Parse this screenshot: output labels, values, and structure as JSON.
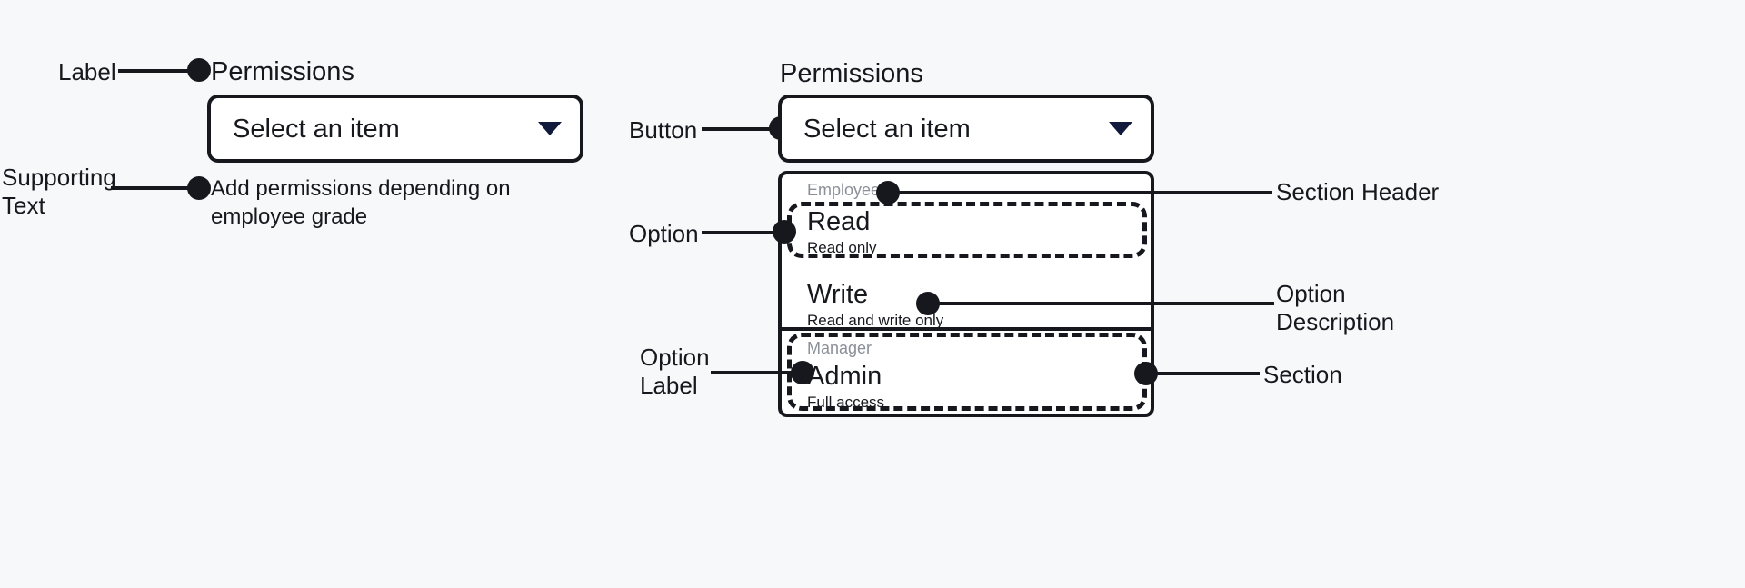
{
  "canvas": {
    "background": "#f6f8fa",
    "ink": "#16181d",
    "muted": "#8a8f98",
    "caret": "#111a3a"
  },
  "left_spec": {
    "label": "Permissions",
    "select": {
      "value": "Select an item",
      "caret_icon": "chevron-down-icon"
    },
    "supporting_text": "Add permissions depending on employee grade",
    "annotations": [
      {
        "id": "label",
        "text": "Label"
      },
      {
        "id": "supporting-text",
        "text": "Supporting\nText"
      }
    ]
  },
  "right_spec": {
    "label": "Permissions",
    "button": {
      "value": "Select an item",
      "caret_icon": "chevron-down-icon"
    },
    "listbox": {
      "sections": [
        {
          "header": "Employees",
          "options": [
            {
              "label": "Read",
              "description": "Read only"
            },
            {
              "label": "Write",
              "description": "Read and write only"
            }
          ]
        },
        {
          "header": "Manager",
          "options": [
            {
              "label": "Admin",
              "description": "Full access"
            }
          ]
        }
      ]
    },
    "annotations": [
      {
        "id": "button",
        "text": "Button"
      },
      {
        "id": "option",
        "text": "Option"
      },
      {
        "id": "option-label",
        "text": "Option\nLabel"
      },
      {
        "id": "section-header",
        "text": "Section Header"
      },
      {
        "id": "option-description",
        "text": "Option\nDescription"
      },
      {
        "id": "section",
        "text": "Section"
      }
    ]
  }
}
